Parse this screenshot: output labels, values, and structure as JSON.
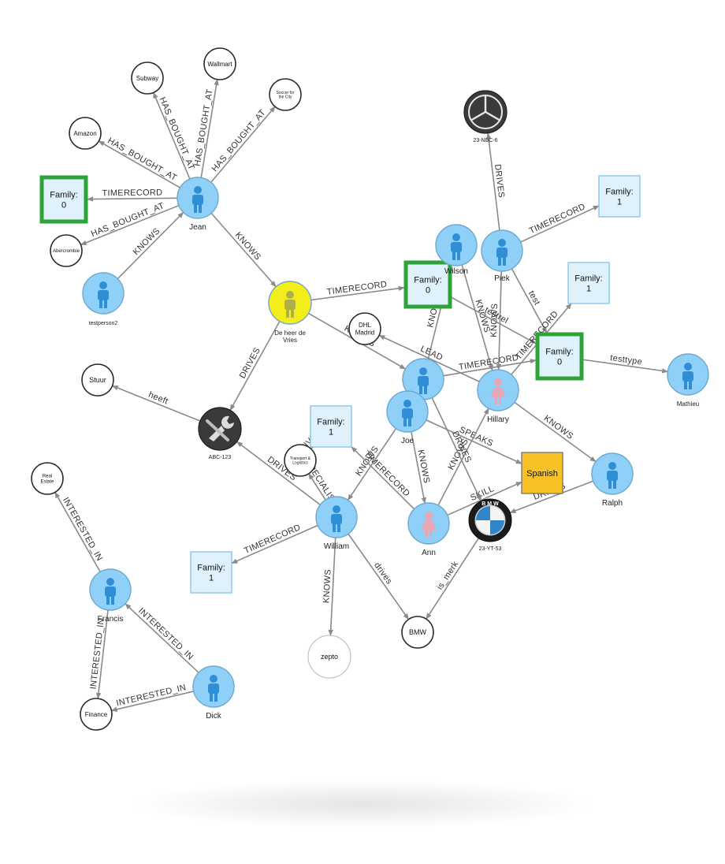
{
  "nodes": [
    {
      "id": "jean",
      "type": "person",
      "label": "Jean"
    },
    {
      "id": "testperson2",
      "type": "person",
      "label": "testperson2"
    },
    {
      "id": "subway",
      "type": "place",
      "text": "Subway"
    },
    {
      "id": "walmart",
      "type": "place",
      "text": "Wallmart"
    },
    {
      "id": "soccer",
      "type": "place",
      "text": "Soccer for the City"
    },
    {
      "id": "amazon",
      "type": "place",
      "text": "Amazon"
    },
    {
      "id": "abercrombie",
      "type": "place",
      "text": "Abercrombie"
    },
    {
      "id": "fam_jean",
      "type": "family",
      "text": "Family: 0",
      "highlight": true
    },
    {
      "id": "deheer",
      "type": "person",
      "variant": "yellow",
      "label": "De heer de Vries"
    },
    {
      "id": "fam_mid",
      "type": "family",
      "text": "Family: 0",
      "highlight": true
    },
    {
      "id": "benz",
      "type": "car",
      "logo": "mercedes",
      "label": "23-NBC-6"
    },
    {
      "id": "fam_tr",
      "type": "family",
      "text": "Family: 1"
    },
    {
      "id": "wilson",
      "type": "person",
      "label": "Wilson"
    },
    {
      "id": "piek",
      "type": "person",
      "label": "Piek"
    },
    {
      "id": "fam_r",
      "type": "family",
      "text": "Family: 1"
    },
    {
      "id": "fam_c",
      "type": "family",
      "text": "Family: 0",
      "highlight": true
    },
    {
      "id": "mathieu",
      "type": "person",
      "label": "Mathieu"
    },
    {
      "id": "dhl",
      "type": "place",
      "text": "DHL Madrid"
    },
    {
      "id": "stuur",
      "type": "place",
      "text": "Stuur"
    },
    {
      "id": "peugeot",
      "type": "car",
      "logo": "peugeot",
      "label": "ABC-123"
    },
    {
      "id": "fam_left",
      "type": "family",
      "text": "Family: 1"
    },
    {
      "id": "transport",
      "type": "place",
      "text": "Transport & Logistics"
    },
    {
      "id": "person_n",
      "type": "person",
      "label": ""
    },
    {
      "id": "joe",
      "type": "person",
      "label": "Joe"
    },
    {
      "id": "hillary",
      "type": "person",
      "variant": "female",
      "label": "Hillary"
    },
    {
      "id": "spanish",
      "type": "skill",
      "text": "Spanish"
    },
    {
      "id": "ralph",
      "type": "person",
      "label": "Ralph"
    },
    {
      "id": "bmwcar",
      "type": "car",
      "logo": "bmw",
      "label": "23-YT-53"
    },
    {
      "id": "ann",
      "type": "person",
      "variant": "female",
      "label": "Ann"
    },
    {
      "id": "william",
      "type": "person",
      "label": "William"
    },
    {
      "id": "fam_w",
      "type": "family",
      "text": "Family: 1"
    },
    {
      "id": "bmw",
      "type": "place",
      "text": "BMW"
    },
    {
      "id": "zepto",
      "type": "place",
      "variant": "faint",
      "text": "zepto"
    },
    {
      "id": "realestate",
      "type": "place",
      "text": "Real Estate"
    },
    {
      "id": "francis",
      "type": "person",
      "label": "Francis"
    },
    {
      "id": "finance",
      "type": "place",
      "text": "Finance"
    },
    {
      "id": "dick",
      "type": "person",
      "label": "Dick"
    }
  ],
  "edges": [
    {
      "from": "jean",
      "to": "subway",
      "label": "HAS_BOUGHT_AT"
    },
    {
      "from": "jean",
      "to": "walmart",
      "label": "HAS_BOUGHT_AT"
    },
    {
      "from": "jean",
      "to": "soccer",
      "label": "HAS_BOUGHT_AT"
    },
    {
      "from": "jean",
      "to": "amazon",
      "label": "HAS_BOUGHT_AT"
    },
    {
      "from": "jean",
      "to": "fam_jean",
      "label": "TIMERECORD"
    },
    {
      "from": "jean",
      "to": "abercrombie",
      "label": "HAS_BOUGHT_AT"
    },
    {
      "from": "testperson2",
      "to": "jean",
      "label": "KNOWS"
    },
    {
      "from": "jean",
      "to": "deheer",
      "label": "KNOWS"
    },
    {
      "from": "deheer",
      "to": "fam_mid",
      "label": "TIMERECORD"
    },
    {
      "from": "deheer",
      "to": "peugeot",
      "label": "DRIVES"
    },
    {
      "from": "deheer",
      "to": "person_n",
      "label": "KNOWS"
    },
    {
      "from": "piek",
      "to": "benz",
      "label": "DRIVES"
    },
    {
      "from": "piek",
      "to": "fam_tr",
      "label": "TIMERECORD"
    },
    {
      "from": "piek",
      "to": "fam_c",
      "label": "test"
    },
    {
      "from": "piek",
      "to": "hillary",
      "label": "KNOWS"
    },
    {
      "from": "wilson",
      "to": "hillary",
      "label": "KNOWS"
    },
    {
      "from": "fam_mid",
      "to": "fam_c",
      "label": "testrel"
    },
    {
      "from": "fam_c",
      "to": "mathieu",
      "label": "testtype"
    },
    {
      "from": "hillary",
      "to": "fam_r",
      "label": "TIMERECORD"
    },
    {
      "from": "person_n",
      "to": "fam_c",
      "label": "TIMERECORD"
    },
    {
      "from": "person_n",
      "to": "wilson",
      "label": "KNOWS"
    },
    {
      "from": "hillary",
      "to": "dhl",
      "label": "LEAD"
    },
    {
      "from": "hillary",
      "to": "ralph",
      "label": "KNOWS"
    },
    {
      "from": "peugeot",
      "to": "stuur",
      "label": "heeft"
    },
    {
      "from": "fam_left",
      "to": "transport",
      "label": "ACTIVITY"
    },
    {
      "from": "william",
      "to": "transport",
      "label": "SPECIALISM"
    },
    {
      "from": "william",
      "to": "peugeot",
      "label": "DRIVES"
    },
    {
      "from": "william",
      "to": "fam_w",
      "label": "TIMERECORD"
    },
    {
      "from": "william",
      "to": "zepto",
      "label": "KNOWS"
    },
    {
      "from": "william",
      "to": "bmw",
      "label": "drives"
    },
    {
      "from": "joe",
      "to": "william",
      "label": "KNOWS"
    },
    {
      "from": "joe",
      "to": "ann",
      "label": "KNOWS"
    },
    {
      "from": "joe",
      "to": "spanish",
      "label": "SPEAKS"
    },
    {
      "from": "ann",
      "to": "fam_left",
      "label": "TIMERECORD"
    },
    {
      "from": "ann",
      "to": "spanish",
      "label": "SKILL"
    },
    {
      "from": "ann",
      "to": "hillary",
      "label": "KNOWS"
    },
    {
      "from": "person_n",
      "to": "bmwcar",
      "label": "DRIVES"
    },
    {
      "from": "ralph",
      "to": "bmwcar",
      "label": "DRIVES"
    },
    {
      "from": "bmwcar",
      "to": "bmw",
      "label": "is_merk"
    },
    {
      "from": "francis",
      "to": "realestate",
      "label": "INTERESTED_IN"
    },
    {
      "from": "francis",
      "to": "finance",
      "label": "INTERESTED_IN"
    },
    {
      "from": "dick",
      "to": "francis",
      "label": "INTERESTED_IN"
    },
    {
      "from": "dick",
      "to": "finance",
      "label": "INTERESTED_IN"
    }
  ],
  "colors": {
    "person_fill": "#8fd0f8",
    "person_stroke": "#6fa8cc",
    "person_icon": "#2e8fd6",
    "female_icon": "#e9a6b4",
    "yellow_fill": "#f3ee1b",
    "yellow_icon": "#b0b04a",
    "family_fill": "#dff1fb",
    "family_stroke": "#8cc5e6",
    "highlight_stroke": "#2ea33a",
    "skill_fill": "#f8c226",
    "skill_stroke": "#7a7a7a",
    "edge": "#8a8a8a"
  }
}
